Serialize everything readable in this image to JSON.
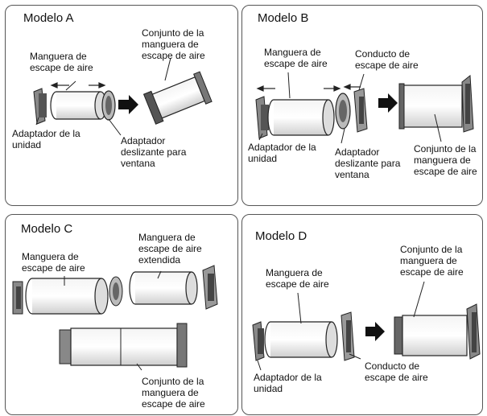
{
  "panels": {
    "a": {
      "title": "Modelo A",
      "labels": {
        "hose": "Manguera de\nescape de aire",
        "assembly": "Conjunto de la\nmanguera de\nescape de aire",
        "unit_adapter": "Adaptador de la\nunidad",
        "window_adapter": "Adaptador\ndeslizante para\nventana"
      }
    },
    "b": {
      "title": "Modelo B",
      "labels": {
        "hose": "Manguera de\nescape de aire",
        "duct": "Conducto de\nescape de aire",
        "unit_adapter": "Adaptador de la\nunidad",
        "window_adapter": "Adaptador\ndeslizante para\nventana",
        "assembly": "Conjunto de la\nmanguera de\nescape de aire"
      }
    },
    "c": {
      "title": "Modelo C",
      "labels": {
        "hose": "Manguera de\nescape de aire",
        "extended": "Manguera de\nescape de aire\nextendida",
        "assembly": "Conjunto de la\nmanguera de\nescape de aire"
      }
    },
    "d": {
      "title": "Modelo D",
      "labels": {
        "assembly": "Conjunto de la\nmanguera de\nescape de aire",
        "hose": "Manguera de\nescape de aire",
        "unit_adapter": "Adaptador de la\nunidad",
        "duct": "Conducto de\nescape de aire"
      }
    }
  }
}
